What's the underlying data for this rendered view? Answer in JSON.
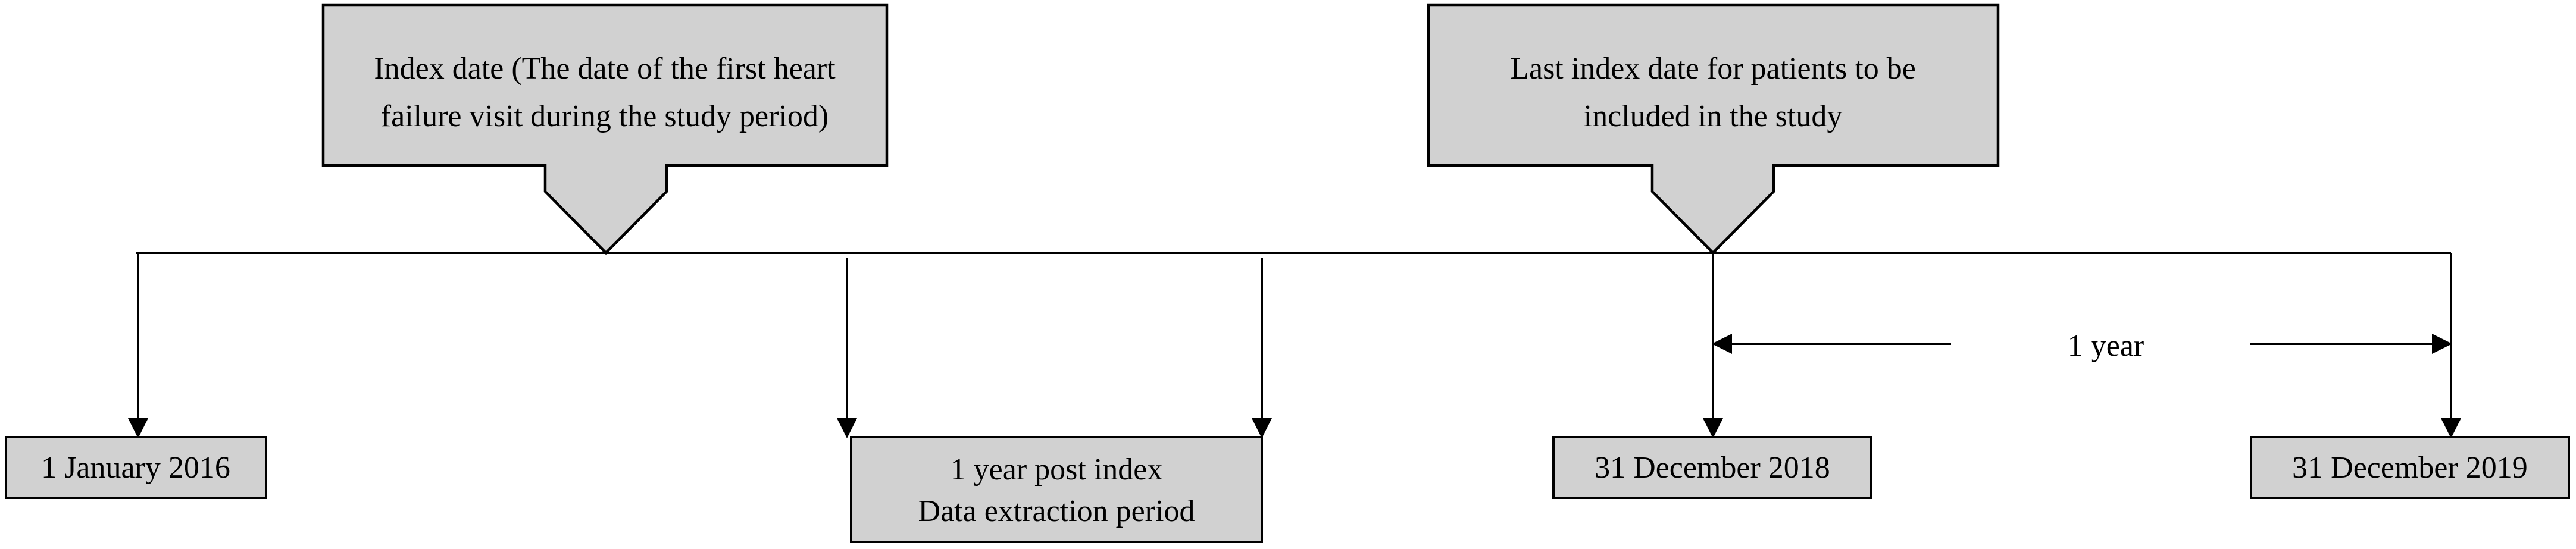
{
  "callouts": {
    "index_date": {
      "line1": "Index date (The date of the first heart",
      "line2": "failure visit during the study period)"
    },
    "last_index_date": {
      "line1": "Last index date for patients to be",
      "line2": "included in the study"
    }
  },
  "boxes": {
    "start": {
      "label": "1 January 2016"
    },
    "post_index": {
      "line1": "1 year post index",
      "line2": "Data extraction period"
    },
    "last_index": {
      "label": "31 December 2018"
    },
    "end": {
      "label": "31 December 2019"
    }
  },
  "interval": {
    "label": "1 year"
  },
  "colors": {
    "box_fill": "#d1d1d1",
    "stroke": "#000000",
    "background": "#ffffff"
  }
}
